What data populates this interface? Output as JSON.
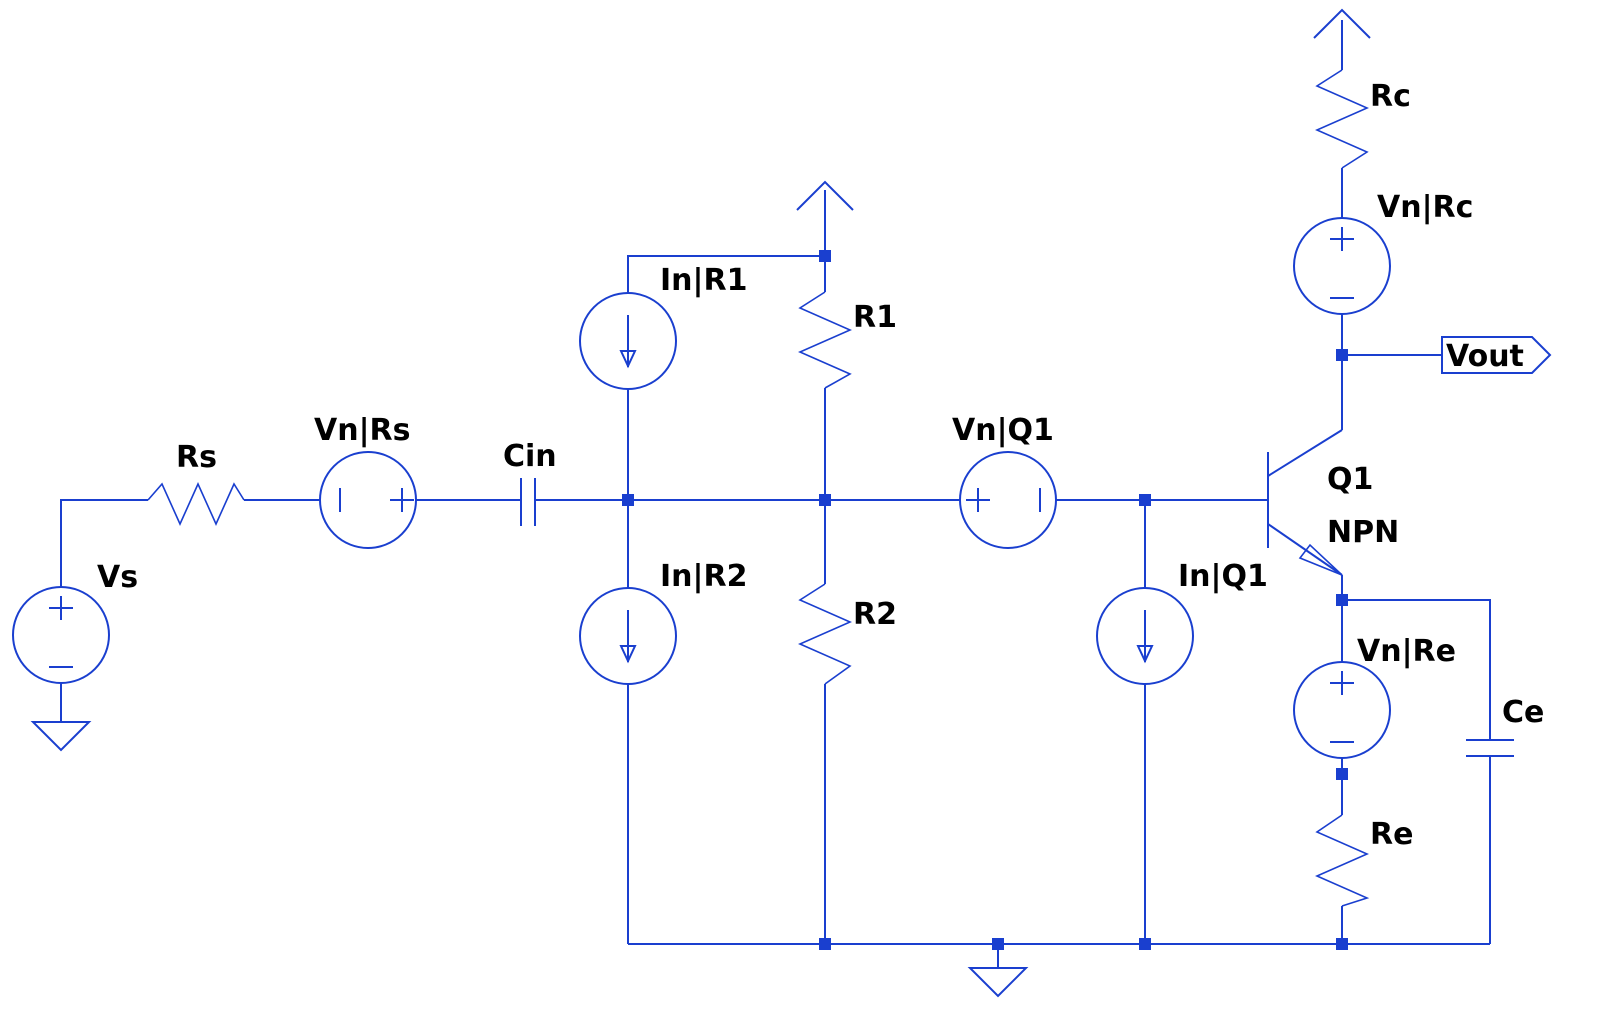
{
  "schematic": {
    "wire_color": "#1a3fcf",
    "label_color": "#000000",
    "background": "#ffffff",
    "components": {
      "vs": "Vs",
      "rs": "Rs",
      "vn_rs": "Vn|Rs",
      "cin": "Cin",
      "in_r1": "In|R1",
      "r1": "R1",
      "in_r2": "In|R2",
      "r2": "R2",
      "vn_q1": "Vn|Q1",
      "in_q1": "In|Q1",
      "q1": "Q1",
      "npn": "NPN",
      "rc": "Rc",
      "vn_rc": "Vn|Rc",
      "vn_re": "Vn|Re",
      "re": "Re",
      "ce": "Ce",
      "vout": "Vout"
    }
  }
}
